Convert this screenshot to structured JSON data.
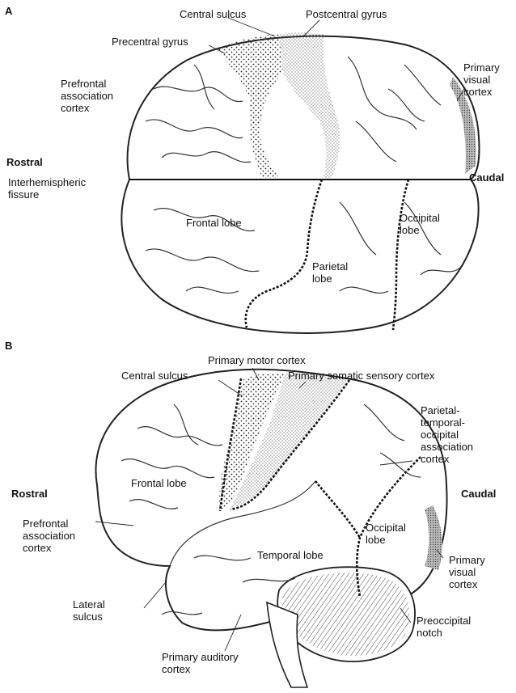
{
  "panel_a": {
    "letter": "A",
    "labels": {
      "central_sulcus": "Central sulcus",
      "postcentral_gyrus": "Postcentral gyrus",
      "precentral_gyrus": "Precentral gyrus",
      "prefrontal_association_cortex": "Prefrontal\nassociation\ncortex",
      "primary_visual_cortex": "Primary\nvisual\ncortex",
      "rostral": "Rostral",
      "caudal": "Caudal",
      "interhemispheric_fissure": "Interhemispheric\nfissure",
      "frontal_lobe": "Frontal lobe",
      "occipital_lobe": "Occipital\nlobe",
      "parietal_lobe": "Parietal\nlobe"
    }
  },
  "panel_b": {
    "letter": "B",
    "labels": {
      "primary_motor_cortex": "Primary motor cortex",
      "central_sulcus": "Central sulcus",
      "primary_somatic_sensory_cortex": "Primary somatic sensory cortex",
      "parietal_temporal_occipital_association_cortex": "Parietal-\ntemporal-\noccipital\nassociation\ncortex",
      "frontal_lobe": "Frontal lobe",
      "rostral": "Rostral",
      "caudal": "Caudal",
      "prefrontal_association_cortex": "Prefrontal\nassociation\ncortex",
      "occipital_lobe": "Occipital\nlobe",
      "temporal_lobe": "Temporal lobe",
      "primary_visual_cortex": "Primary\nvisual\ncortex",
      "lateral_sulcus": "Lateral\nsulcus",
      "preoccipital_notch": "Preoccipital\nnotch",
      "primary_auditory_cortex": "Primary auditory\ncortex"
    }
  }
}
